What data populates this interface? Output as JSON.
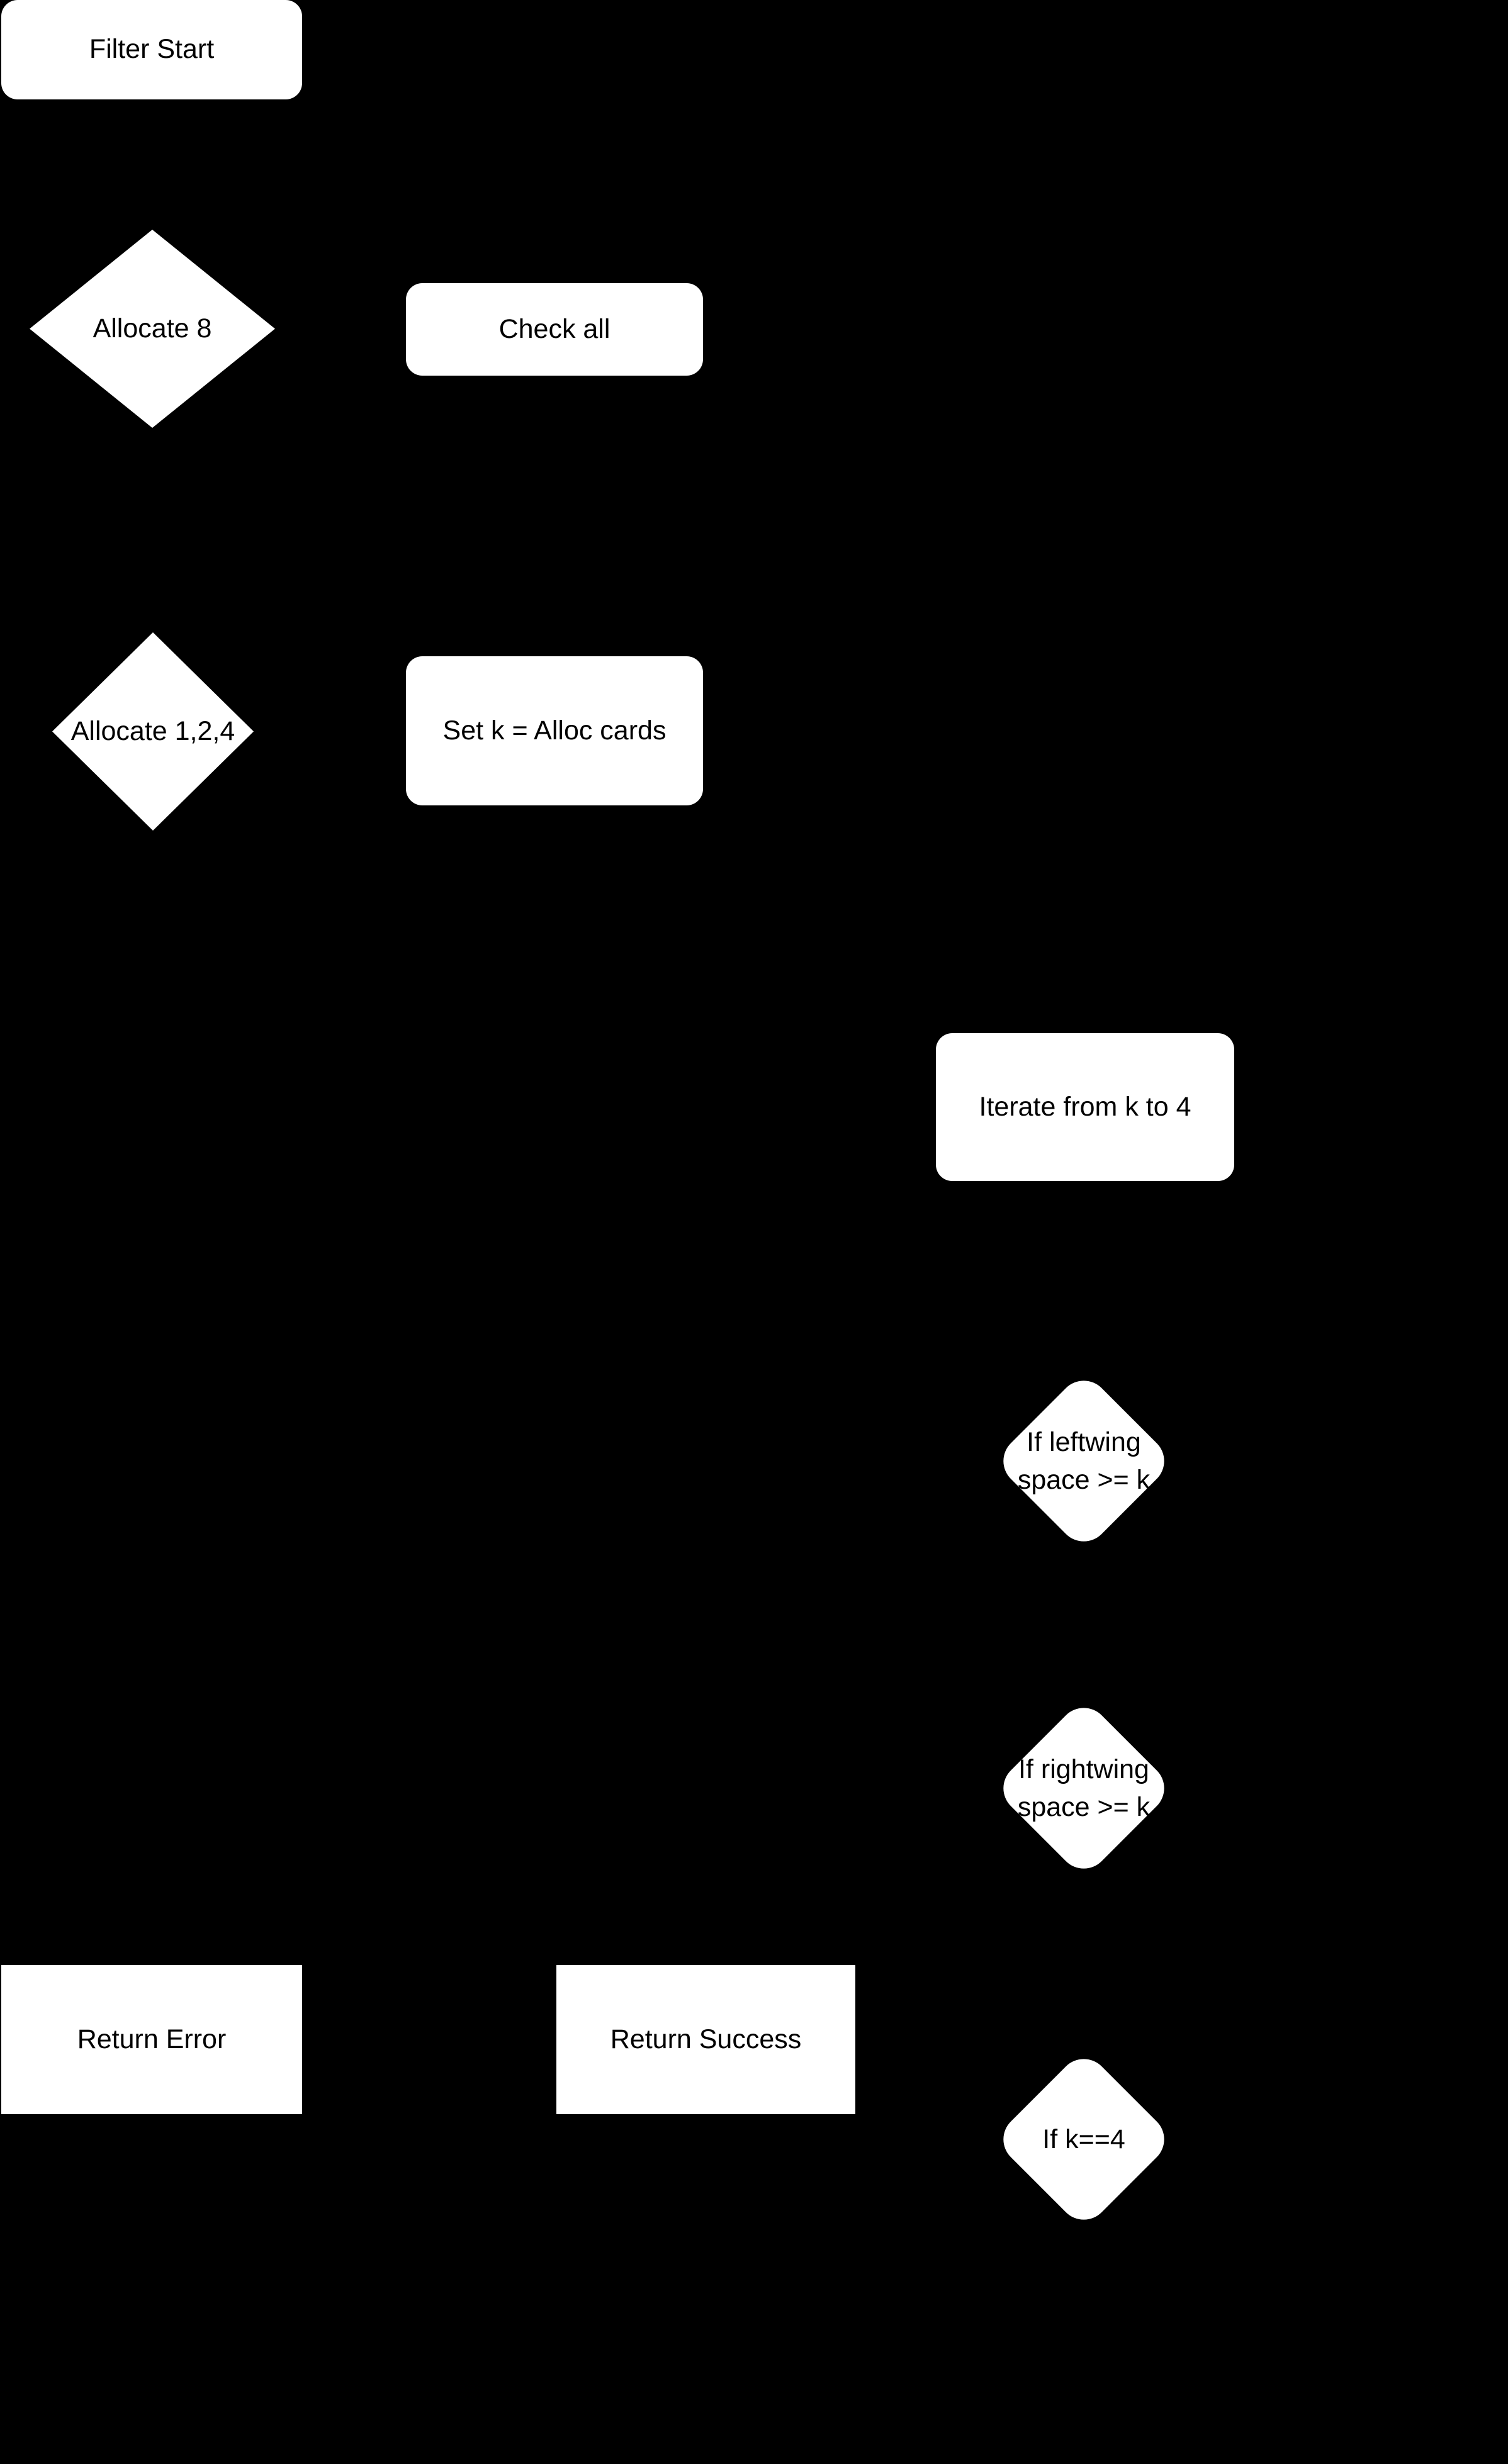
{
  "canvas": {
    "background_color": "#000000",
    "node_fill_color": "#ffffff",
    "node_text_color": "#000000"
  },
  "flowchart": {
    "nodes": [
      {
        "id": "filter-start",
        "type": "rounded-rect",
        "label": "Filter Start"
      },
      {
        "id": "allocate-8",
        "type": "diamond",
        "label": "Allocate 8"
      },
      {
        "id": "check-all",
        "type": "rounded-rect",
        "label": "Check all"
      },
      {
        "id": "allocate-124",
        "type": "diamond",
        "label": "Allocate 1,2,4"
      },
      {
        "id": "set-k",
        "type": "rounded-rect",
        "label": "Set k = Alloc cards"
      },
      {
        "id": "iterate",
        "type": "rounded-rect",
        "label": "Iterate from k to 4"
      },
      {
        "id": "if-leftwing",
        "type": "rounded-diamond",
        "line1": "If leftwing",
        "line2": "space >= k"
      },
      {
        "id": "if-rightwing",
        "type": "rounded-diamond",
        "line1": "If rightwing",
        "line2": "space >= k"
      },
      {
        "id": "return-error",
        "type": "rect",
        "label": "Return Error"
      },
      {
        "id": "return-success",
        "type": "rect",
        "label": "Return Success"
      },
      {
        "id": "if-k4",
        "type": "rounded-diamond",
        "label": "If k==4"
      }
    ]
  }
}
